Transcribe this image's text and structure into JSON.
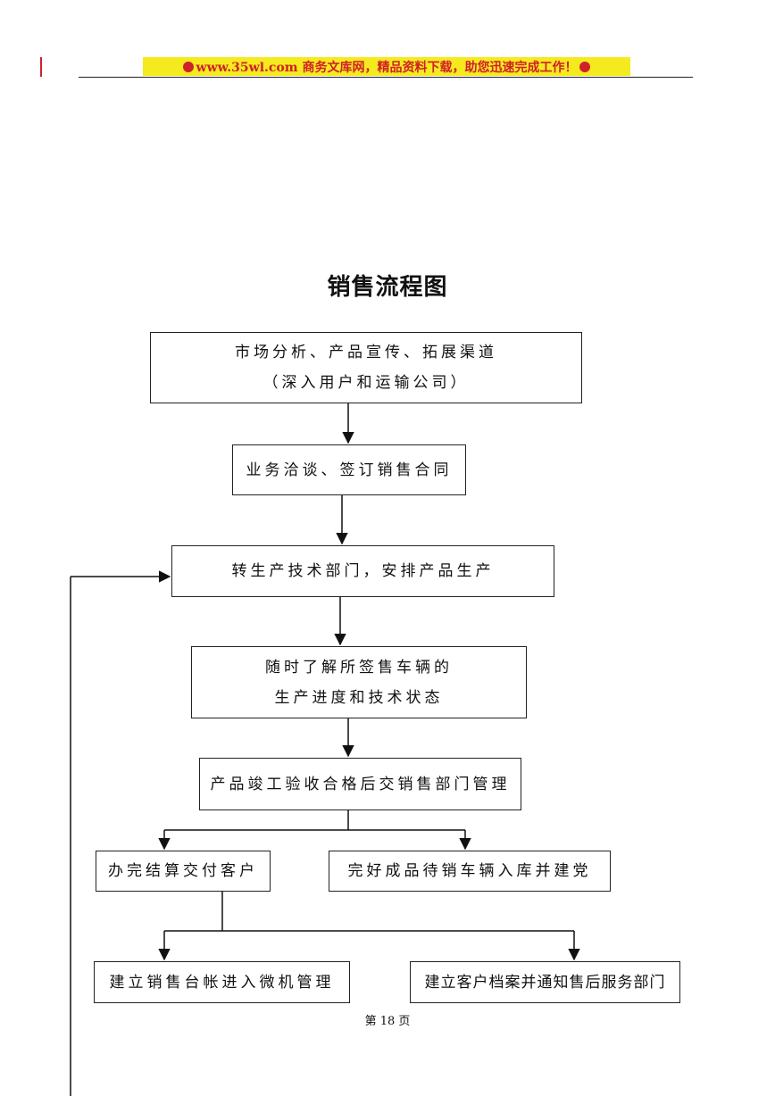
{
  "header": {
    "banner_text": "www.35wl.com 商务文库网，精品资料下载，助您迅速完成工作！"
  },
  "title": "销售流程图",
  "flow": {
    "market": {
      "line1": "市场分析、产品宣传、拓展渠道",
      "line2": "（深入用户和运输公司）"
    },
    "negotiate": "业务洽谈、签订销售合同",
    "production": "转生产技术部门，安排产品生产",
    "track": {
      "line1": "随时了解所签售车辆的",
      "line2": "生产进度和技术状态"
    },
    "acceptance": "产品竣工验收合格后交销售部门管理",
    "settle": "办完结算交付客户",
    "warehouse": "完好成品待销车辆入库并建党",
    "ledger": "建立销售台帐进入微机管理",
    "archive": "建立客户档案并通知售后服务部门"
  },
  "footer": {
    "page": "第 18 页"
  }
}
